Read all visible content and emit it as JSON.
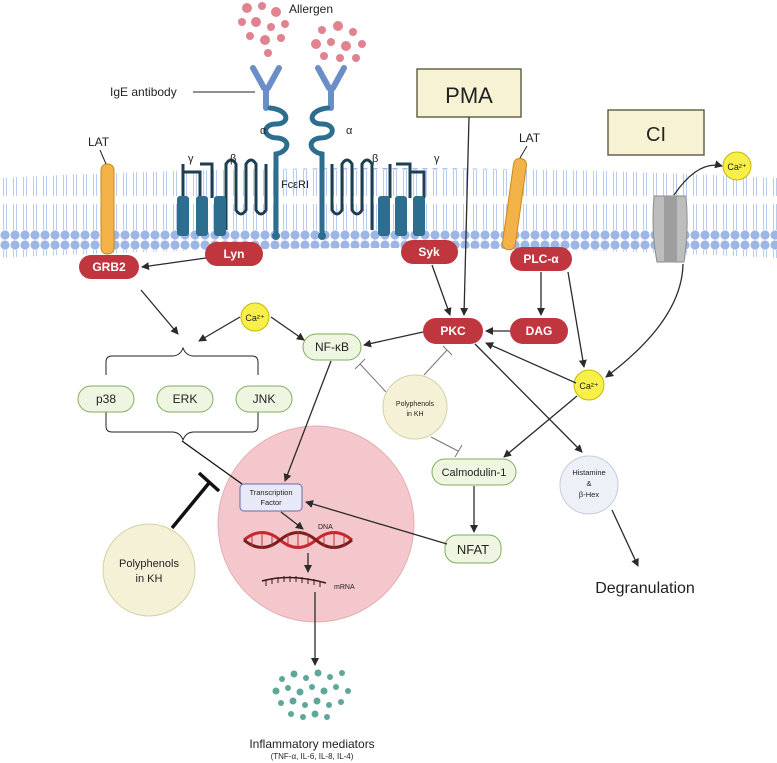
{
  "labels": {
    "allergen": "Allergen",
    "ige_antibody": "IgE antibody",
    "lat_left": "LAT",
    "lat_right": "LAT",
    "alpha_left": "α",
    "alpha_right": "α",
    "beta_left": "β",
    "beta_right": "β",
    "gamma_left": "γ",
    "gamma_right": "γ",
    "fceri": "FcεRI",
    "pma": "PMA",
    "ci": "CI",
    "ca_channel": "Ca²⁺",
    "dna": "DNA",
    "mrna": "mRNA",
    "degranulation": "Degranulation",
    "inflammatory_mediators": "Inflammatory mediators",
    "inflammatory_mediators_list": "(TNF-α, IL-6, IL-8, IL-4)"
  },
  "nodes": {
    "grb2": "GRB2",
    "lyn": "Lyn",
    "syk": "Syk",
    "plc": "PLC-α",
    "pkc": "PKC",
    "dag": "DAG",
    "ca_top": "Ca²⁺",
    "ca_mid": "Ca²⁺",
    "nfkb": "NF-κB",
    "p38": "p38",
    "erk": "ERK",
    "jnk": "JNK",
    "polyphenols_small_1": "Polyphenols",
    "polyphenols_small_2": "in KH",
    "polyphenols_big_1": "Polyphenols",
    "polyphenols_big_2": "in KH",
    "calmodulin": "Calmodulin-1",
    "nfat": "NFAT",
    "tf_1": "Transcription",
    "tf_2": "Factor",
    "histamine_1": "Histamine",
    "histamine_2": "&",
    "histamine_3": "β-Hex"
  },
  "colors": {
    "membrane_head": "#9db6e6",
    "membrane_tail": "#c6d5f0",
    "receptor": "#2d6e8f",
    "ige": "#6a8fc8",
    "red_node": "#c0363f",
    "green_node_fill": "#eef6e2",
    "green_node_stroke": "#7fae5a",
    "yellow_node": "#f7ef4a",
    "nucleus": "#f3c7cc",
    "allergen": "#e0838e",
    "mediators": "#5fa79a"
  }
}
